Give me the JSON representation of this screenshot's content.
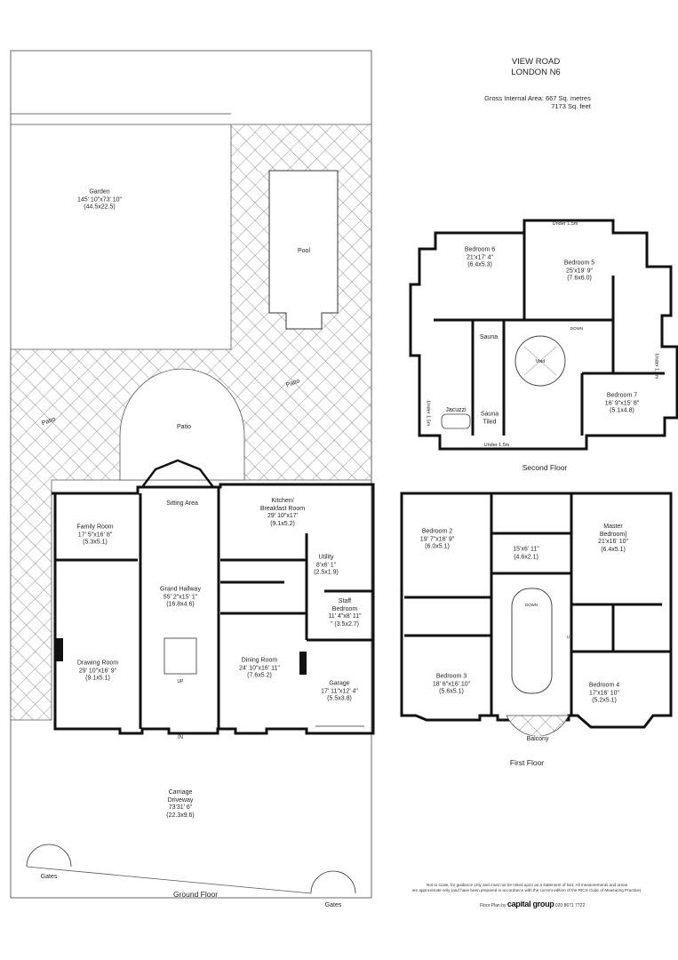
{
  "header": {
    "address_line1": "VIEW ROAD",
    "address_line2": "LONDON N6",
    "area_metric": "Gross Internal Area: 667 Sq. metres",
    "area_imperial": "7173 Sq. feet"
  },
  "ground_floor": {
    "title": "Ground Floor",
    "garden": {
      "name": "Garden",
      "dim": "145' 10\"x73' 10\"",
      "metric": "(44.5x22.5)"
    },
    "pool": "Pool",
    "patio_labels": [
      "Patio",
      "Patio",
      "Patio"
    ],
    "sitting_area": "Sitting Area",
    "family_room": {
      "name": "Family Room",
      "dim": "17' 5\"x16' 8\"",
      "metric": "(5.3x5.1)"
    },
    "grand_hallway": {
      "name": "Grand Hallway",
      "dim": "55' 2\"x15' 1\"",
      "metric": "(16.8x4.6)"
    },
    "kitchen": {
      "name": "Kitchen/",
      "name2": "Breakfast Room",
      "dim": "29' 10\"x17'",
      "metric": "(9.1x5.2)"
    },
    "utility": {
      "name": "Utility",
      "dim": "8'x6' 1\"",
      "metric": "(2.5x1.9)"
    },
    "staff_bedroom": {
      "name": "Staff",
      "name2": "Bedroom",
      "dim": "11' 4\"x8' 11\"",
      "metric": "\" (3.5x2.7)"
    },
    "drawing_room": {
      "name": "Drawing Room",
      "dim": "29' 10\"x16' 9\"",
      "metric": "(9.1x5.1)"
    },
    "dining_room": {
      "name": "Dining Room",
      "dim": "24' 10\"x16' 11\"",
      "metric": "(7.6x5.2)"
    },
    "garage": {
      "name": "Garage",
      "dim": "17' 11\"x12' 4\"",
      "metric": "(5.5x3.8)"
    },
    "entrance": "IN",
    "up": "UP",
    "driveway": {
      "name": "Carriage",
      "name2": "Driveway",
      "dim": "73'31' 6\"",
      "metric": "(22.3x9.6)"
    },
    "gates": [
      "Gates",
      "Gates"
    ]
  },
  "second_floor": {
    "title": "Second Floor",
    "bedroom6": {
      "name": "Bedroom 6",
      "dim": "21'x17' 4\"",
      "metric": "(6.4x5.3)"
    },
    "bedroom5": {
      "name": "Bedroom 5",
      "dim": "25'x19' 9\"",
      "metric": "(7.6x6.0)"
    },
    "bedroom7": {
      "name": "Bedroom 7",
      "dim": "16' 9\"x15' 8\"",
      "metric": "(5.1x4.8)"
    },
    "sauna": "Sauna",
    "void": "Void",
    "jacuzzi": "Jacuzzi",
    "sauna_tiled": "Sauna",
    "sauna_tiled2": "Tiled",
    "down": "DOWN",
    "under": [
      "Under 1.5m",
      "Under 1.5m",
      "Under 1.5m",
      "Under 1.5m"
    ]
  },
  "first_floor": {
    "title": "First Floor",
    "bedroom2": {
      "name": "Bedroom 2",
      "dim": "19' 7\"x16' 9\"",
      "metric": "(6.0x5.1)"
    },
    "landing": {
      "dim": "15'x6' 11\"",
      "metric": "(4.6x2.1)"
    },
    "master": {
      "name": "Master",
      "name2": "Bedroom]",
      "dim": "21'x16' 10\"",
      "metric": "(6.4x5.1)"
    },
    "bedroom3": {
      "name": "Bedroom 3",
      "dim": "18' 6\"x16' 10\"",
      "metric": "(5.6x5.1)"
    },
    "bedroom4": {
      "name": "Bedroom 4",
      "dim": "17'x16' 10\"",
      "metric": "(5.2x5.1)"
    },
    "balcony": "Balcony",
    "down": "DOWN",
    "up": "UP"
  },
  "footer": {
    "disclaimer1": "Not to scale, for guidance only and must not be relied upon as a statement of fact.  All measurements and areas",
    "disclaimer2": "are approximate only (and have been prepared in accordance with the current edition of the RICS Code of Measuring Practice).",
    "credit_prefix": "Floor Plan by",
    "brand": "capital group",
    "phone": "020 8671 7722"
  },
  "colors": {
    "wall": "#111111",
    "line": "#333333",
    "background": "#ffffff"
  }
}
